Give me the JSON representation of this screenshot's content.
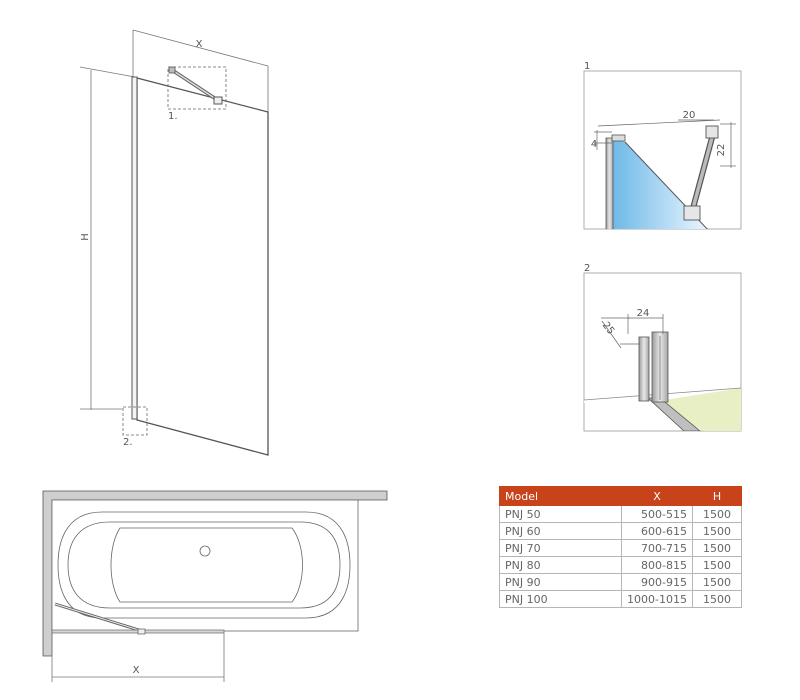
{
  "front_view": {
    "width_label": "X",
    "height_label": "H",
    "detail1_label": "1.",
    "detail2_label": "2."
  },
  "detail1": {
    "title": "1",
    "dim_width": "20",
    "dim_offset": "22",
    "dim_small": "4"
  },
  "detail2": {
    "title": "2",
    "dim_width": "24",
    "dim_depth": "25"
  },
  "top_view": {
    "width_label": "X"
  },
  "specs": {
    "headers": [
      "Model",
      "X",
      "H"
    ],
    "rows": [
      [
        "PNJ 50",
        "500-515",
        "1500"
      ],
      [
        "PNJ 60",
        "600-615",
        "1500"
      ],
      [
        "PNJ 70",
        "700-715",
        "1500"
      ],
      [
        "PNJ 80",
        "800-815",
        "1500"
      ],
      [
        "PNJ 90",
        "900-915",
        "1500"
      ],
      [
        "PNJ 100",
        "1000-1015",
        "1500"
      ]
    ]
  },
  "colors": {
    "header": "#c8431a",
    "glass": "#7fc3ec",
    "floor": "#e9efc4",
    "line": "#555555"
  }
}
